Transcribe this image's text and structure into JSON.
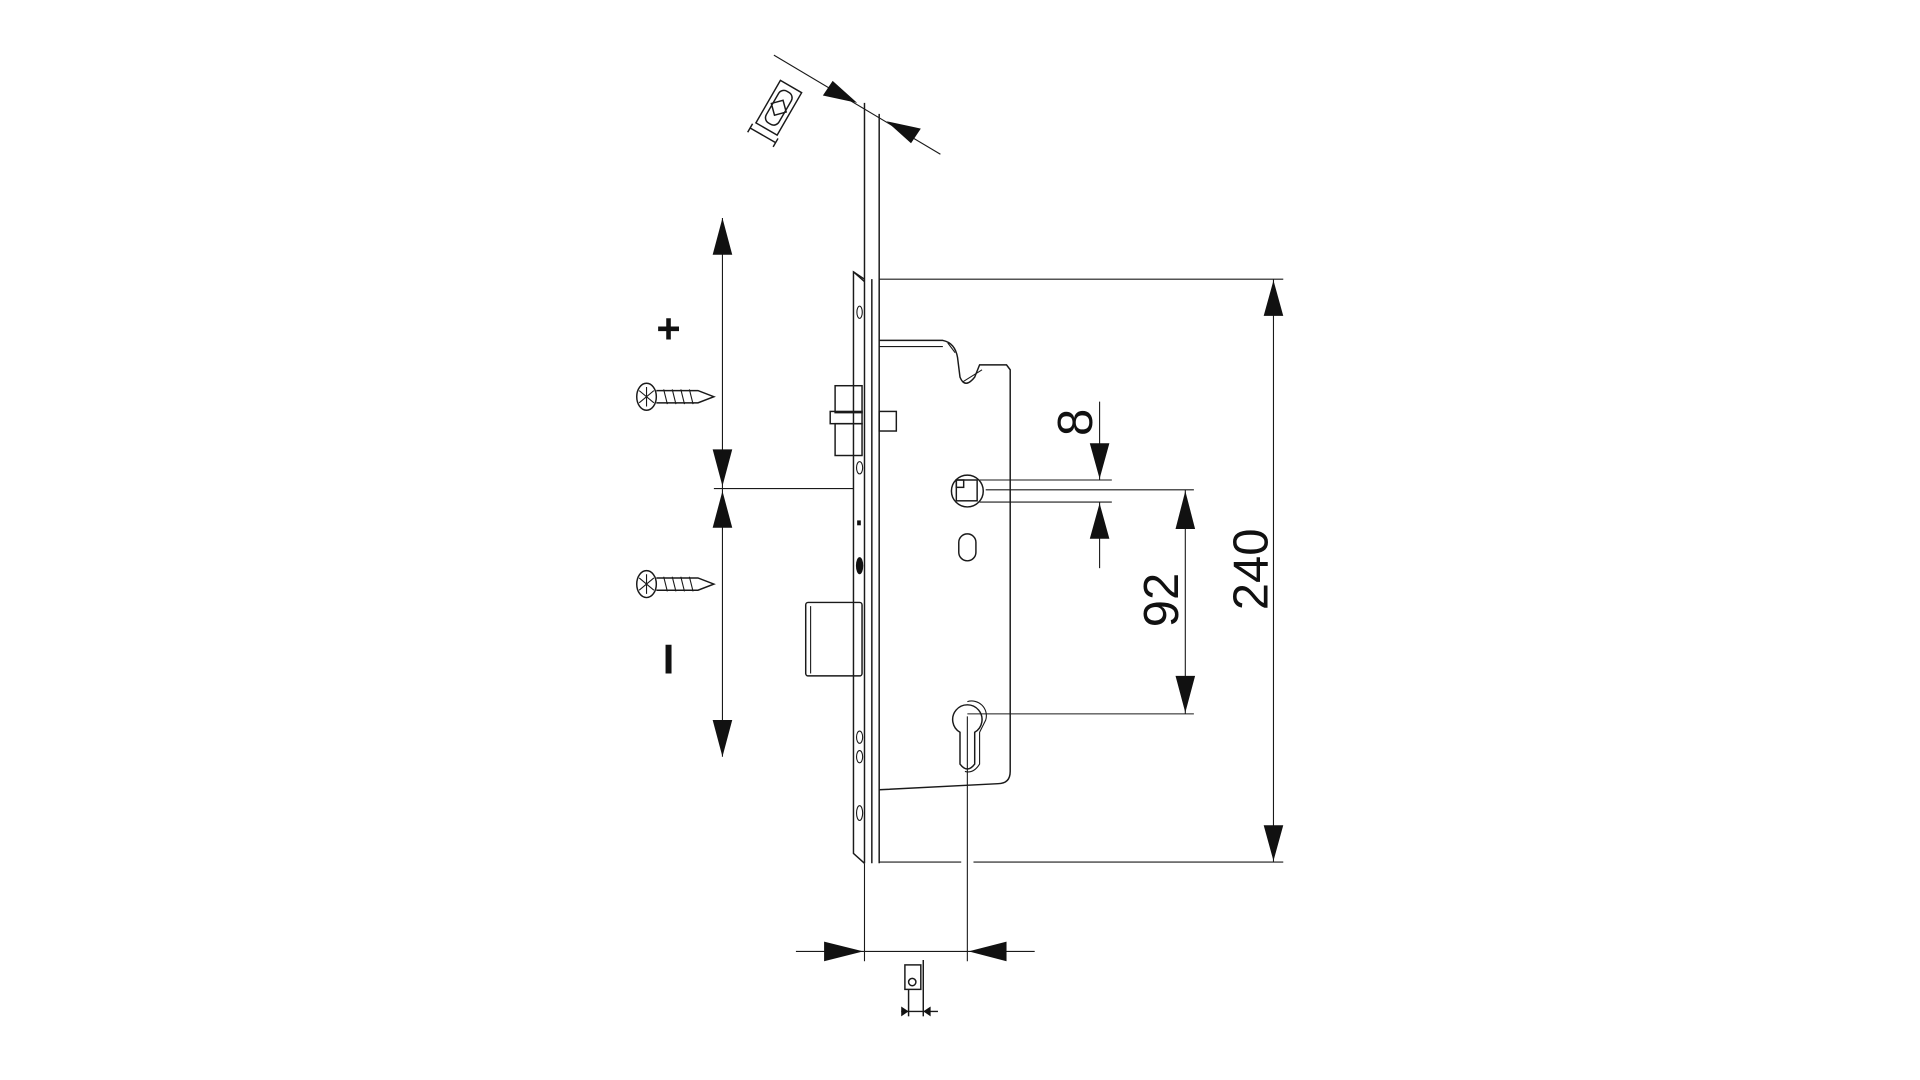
{
  "diagram": {
    "dimensions": {
      "latch_offset": "8",
      "follower_to_cylinder": "92",
      "faceplate_length": "240"
    },
    "adjust_symbols": {
      "plus": "+",
      "minus": "I"
    },
    "colors": {
      "line": "#1a1a1a",
      "background": "#ffffff"
    }
  }
}
